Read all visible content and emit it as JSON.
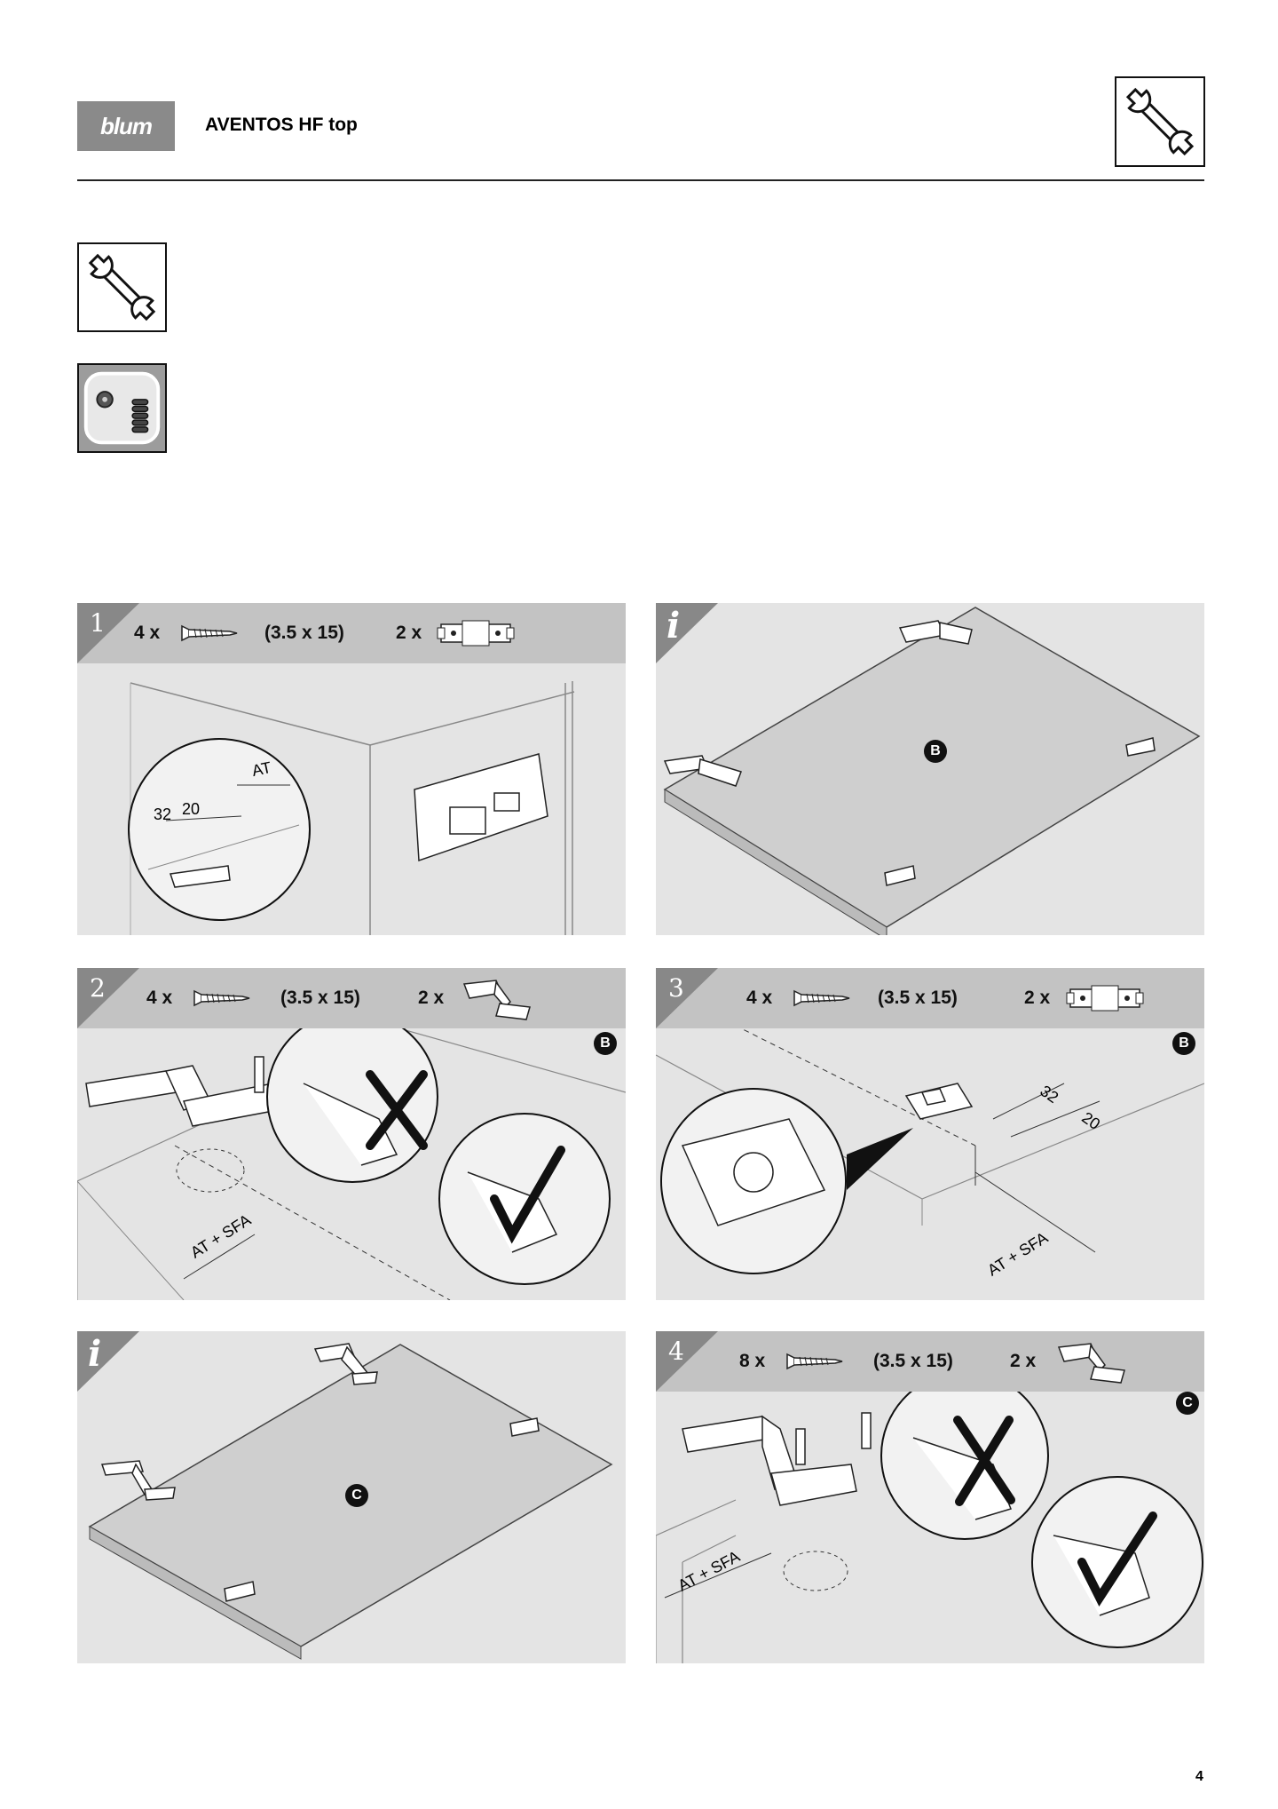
{
  "header": {
    "logo_text": "blum",
    "title": "AVENTOS HF top",
    "tool_icon": "wrench-icon"
  },
  "side_icons": [
    "wrench-icon",
    "screw-dowel-icon"
  ],
  "steps": [
    {
      "label": "1",
      "qty1": "4 x",
      "size": "(3.5 x 15)",
      "qty2": "2 x"
    },
    {
      "label": "i"
    },
    {
      "label": "2",
      "qty1": "4 x",
      "size": "(3.5 x 15)",
      "qty2": "2 x",
      "badge": "B"
    },
    {
      "label": "3",
      "qty1": "4 x",
      "size": "(3.5 x 15)",
      "qty2": "2 x",
      "badge": "B"
    },
    {
      "label": "i"
    },
    {
      "label": "4",
      "qty1": "8 x",
      "size": "(3.5 x 15)",
      "qty2": "2 x",
      "badge": "C"
    }
  ],
  "panel_badges": {
    "info1": "B",
    "info2": "C"
  },
  "dimensions": {
    "at": "AT",
    "d32": "32",
    "d20": "20",
    "at_sfa": "AT + SFA"
  },
  "page_number": "4"
}
